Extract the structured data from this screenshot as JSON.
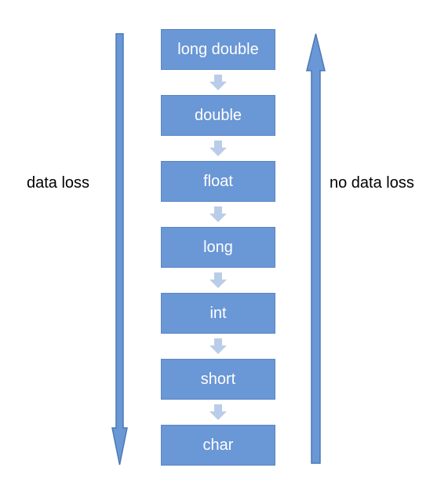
{
  "types": [
    "long double",
    "double",
    "float",
    "long",
    "int",
    "short",
    "char"
  ],
  "left_label": "data loss",
  "right_label": "no data loss",
  "colors": {
    "box_fill": "#6a97d6",
    "box_border": "#5a86c4",
    "small_arrow": "#b9cde9",
    "long_arrow_fill": "#6a97d6",
    "long_arrow_stroke": "#4d78b3",
    "box_text": "#ffffff",
    "label_text": "#000000"
  },
  "arrows": {
    "left_direction": "down",
    "right_direction": "up"
  }
}
